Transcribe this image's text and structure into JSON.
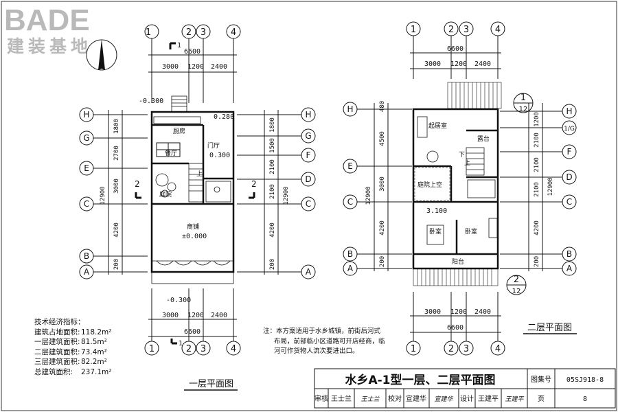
{
  "logo": {
    "brand": "BADE",
    "subtitle": "建装基地"
  },
  "grid_axes": {
    "vertical": [
      "1",
      "2",
      "3",
      "4"
    ],
    "horizontal_first": [
      "H",
      "G",
      "E",
      "C",
      "B",
      "A"
    ],
    "horizontal_second": [
      "H",
      "1/G",
      "F",
      "D",
      "C",
      "B",
      "A"
    ],
    "vertical_left_labels": [
      "H",
      "G",
      "E",
      "C",
      "B",
      "A"
    ],
    "vertical_right_labels_f1": [
      "H",
      "G",
      "F",
      "D",
      "C"
    ],
    "vertical_left_labels_f2": [
      "H",
      "E",
      "C",
      "B",
      "A"
    ]
  },
  "dimensions": {
    "total_width": "6600",
    "spans": [
      "3000",
      "1200",
      "2400"
    ],
    "f1_left_chain": [
      "1800",
      "2700",
      "3000",
      "4200",
      "200"
    ],
    "f1_left_total": "12900",
    "f1_right_chain": [
      "1800",
      "1500",
      "2100",
      "2100",
      "4200",
      "200"
    ],
    "f1_right_total": "12900",
    "f2_left_chain": [
      "480",
      "4500",
      "3000",
      "4200",
      "200"
    ],
    "f2_left_total": "12900",
    "f2_right_chain": [
      "1200",
      "2100",
      "2100",
      "2100",
      "4200",
      "200"
    ],
    "f2_right_total": "12900"
  },
  "levels": {
    "outdoor_top": "-0.300",
    "outdoor_bottom": "-0.300",
    "entry": "0.280",
    "foyer": "0.300",
    "shop": "±0.000",
    "second_floor": "3.100"
  },
  "floor1": {
    "rooms": {
      "kitchen": "厨房",
      "dining": "餐厅",
      "foyer": "门厅",
      "courtyard": "庭院",
      "shop": "商铺",
      "up": "上"
    },
    "section_marks": [
      "1",
      "1",
      "2",
      "2"
    ],
    "title": "一层平面图"
  },
  "floor2": {
    "rooms": {
      "living": "起居室",
      "terrace": "露台",
      "court_void": "庭院上空",
      "bedroom_a": "卧室",
      "bedroom_b": "卧室",
      "balcony": "阳台",
      "up": "上",
      "down": "下"
    },
    "detail_refs": [
      {
        "num": "1",
        "sheet": "12"
      },
      {
        "num": "2",
        "sheet": "12"
      }
    ],
    "title": "二层平面图"
  },
  "stats": {
    "heading": "技术经济指标：",
    "rows": [
      {
        "label": "建筑占地面积:",
        "value": "118.2m²"
      },
      {
        "label": "一层建筑面积:",
        "value": "81.5m²"
      },
      {
        "label": "二层建筑面积:",
        "value": "73.4m²"
      },
      {
        "label": "三层建筑面积:",
        "value": "82.2m²"
      },
      {
        "label": "总建筑面积:",
        "value": "237.1m²"
      }
    ]
  },
  "note": {
    "lines": [
      "注：本方案适用于水乡城镇，前街后河式",
      "布局，前部临小区道路可开店经商，临",
      "河可作货物人流次要进出口。"
    ]
  },
  "title_block": {
    "drawing_title": "水乡A-1型一层、二层平面图",
    "atlas_label": "图集号",
    "atlas_no": "05SJ918-8",
    "review_label": "审核",
    "review_name": "王士兰",
    "review_sign": "王士兰",
    "check_label": "校对",
    "check_name": "宣建华",
    "check_sign": "宣建华",
    "design_label": "设计",
    "design_name": "王建平",
    "design_sign": "王建平",
    "page_label": "页",
    "page_no": "8"
  }
}
